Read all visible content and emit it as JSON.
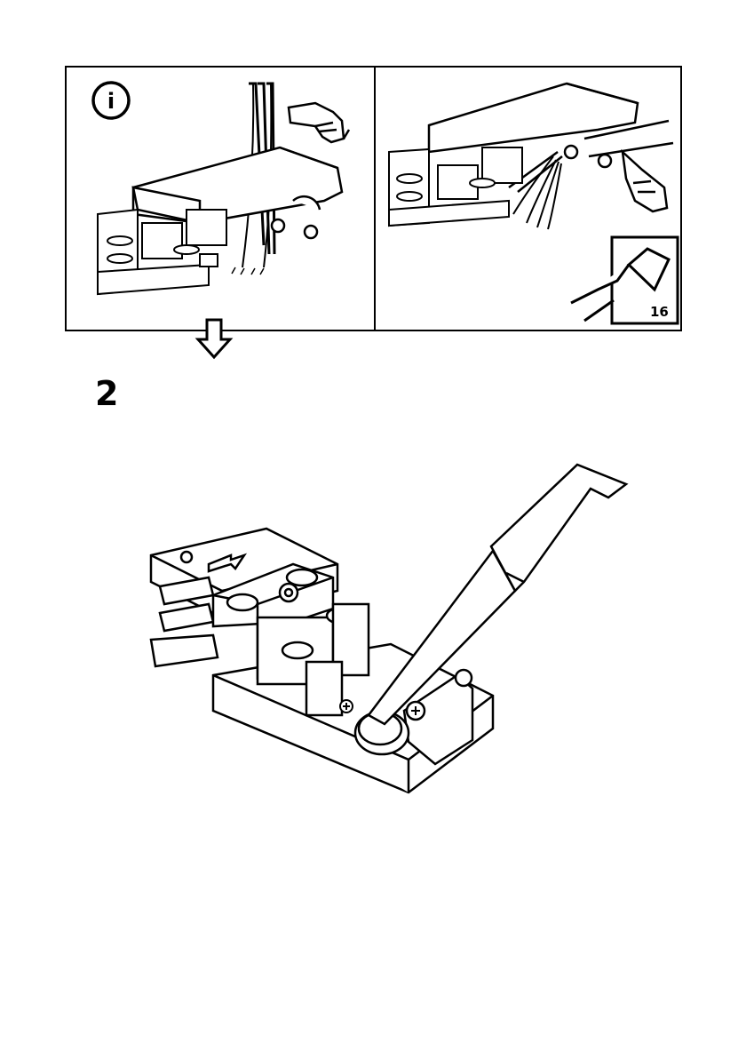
{
  "info_symbol": "i",
  "page_reference": "16",
  "step_number": "2",
  "icons": {
    "info": "info-circle-icon",
    "pointing_hand": "pointing-hand-icon",
    "down_arrow": "down-arrow-icon",
    "page_flip": "page-turn-icon"
  },
  "colors": {
    "line": "#000000",
    "background": "#ffffff"
  }
}
